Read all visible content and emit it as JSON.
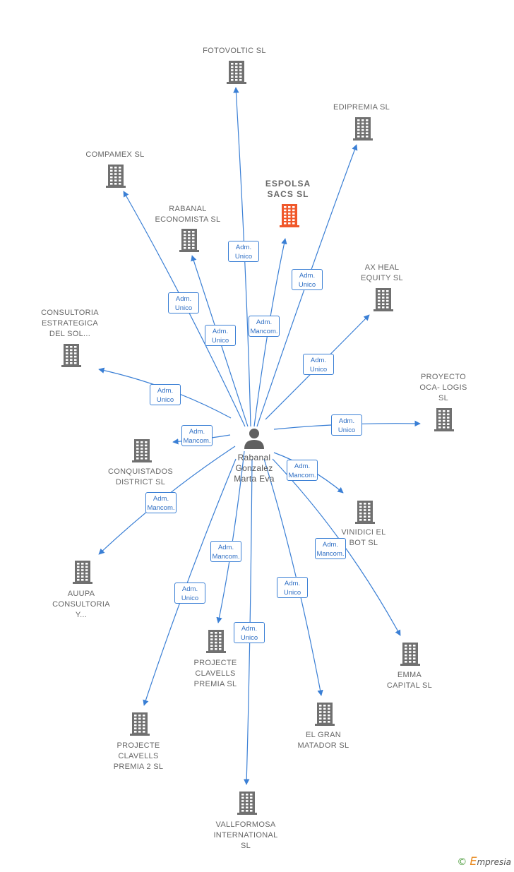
{
  "colors": {
    "edge": "#3a7fd5",
    "company_icon": "#707070",
    "company_icon_highlight": "#f0582a",
    "person_icon": "#606060",
    "role_text": "#2f6fc4"
  },
  "center": {
    "name_lines": [
      "Rabanal",
      "Gonzalez",
      "Marta Eva"
    ],
    "icon": "person-icon"
  },
  "nodes": [
    {
      "id": "fotovoltic",
      "lines": [
        "FOTOVOLTIC SL"
      ],
      "role": [
        "Adm.",
        "Unico"
      ],
      "highlight": false
    },
    {
      "id": "edipremia",
      "lines": [
        "EDIPREMIA  SL"
      ],
      "role": [
        "Adm.",
        "Unico"
      ],
      "highlight": false
    },
    {
      "id": "compamex",
      "lines": [
        "COMPAMEX SL"
      ],
      "role": [
        "Adm.",
        "Unico"
      ],
      "highlight": false
    },
    {
      "id": "espolsa",
      "lines": [
        "ESPOLSA",
        "SACS  SL"
      ],
      "role": [
        "Adm.",
        "Mancom."
      ],
      "highlight": true
    },
    {
      "id": "rabanal-economista",
      "lines": [
        "RABANAL",
        "ECONOMISTA SL"
      ],
      "role": [
        "Adm.",
        "Unico"
      ],
      "highlight": false
    },
    {
      "id": "ax-heal",
      "lines": [
        "AX HEAL",
        "EQUITY  SL"
      ],
      "role": [
        "Adm.",
        "Unico"
      ],
      "highlight": false
    },
    {
      "id": "consultoria-estrategica",
      "lines": [
        "CONSULTORIA",
        "ESTRATEGICA",
        "DEL SOL..."
      ],
      "role": [
        "Adm.",
        "Unico"
      ],
      "highlight": false
    },
    {
      "id": "proyecto-oca",
      "lines": [
        "PROYECTO",
        "OCA- LOGIS",
        "SL"
      ],
      "role": [
        "Adm.",
        "Unico"
      ],
      "highlight": false
    },
    {
      "id": "conquistados",
      "lines": [
        "CONQUISTADOS",
        "DISTRICT  SL"
      ],
      "role": [
        "Adm.",
        "Mancom."
      ],
      "highlight": false
    },
    {
      "id": "vinidici",
      "lines": [
        "VINIDICI EL",
        "BOT  SL"
      ],
      "role": [
        "Adm.",
        "Mancom."
      ],
      "highlight": false
    },
    {
      "id": "auupa",
      "lines": [
        "AUUPA",
        "CONSULTORIA",
        "Y..."
      ],
      "role": [
        "Adm.",
        "Mancom."
      ],
      "highlight": false
    },
    {
      "id": "emma",
      "lines": [
        "EMMA",
        "CAPITAL  SL"
      ],
      "role": [
        "Adm.",
        "Mancom."
      ],
      "highlight": false
    },
    {
      "id": "projecte-clavells",
      "lines": [
        "PROJECTE",
        "CLAVELLS",
        "PREMIA  SL"
      ],
      "role": [
        "Adm.",
        "Mancom."
      ],
      "highlight": false
    },
    {
      "id": "el-gran-matador",
      "lines": [
        "EL GRAN",
        "MATADOR  SL"
      ],
      "role": [
        "Adm.",
        "Unico"
      ],
      "highlight": false
    },
    {
      "id": "projecte-clavells-2",
      "lines": [
        "PROJECTE",
        "CLAVELLS",
        "PREMIA 2  SL"
      ],
      "role": [
        "Adm.",
        "Unico"
      ],
      "highlight": false
    },
    {
      "id": "vallformosa",
      "lines": [
        "VALLFORMOSA",
        "INTERNATIONAL",
        "SL"
      ],
      "role": [
        "Adm.",
        "Unico"
      ],
      "highlight": false
    }
  ],
  "footer": {
    "copyright": "©",
    "brand_initial": "E",
    "brand_rest": "mpresia"
  }
}
